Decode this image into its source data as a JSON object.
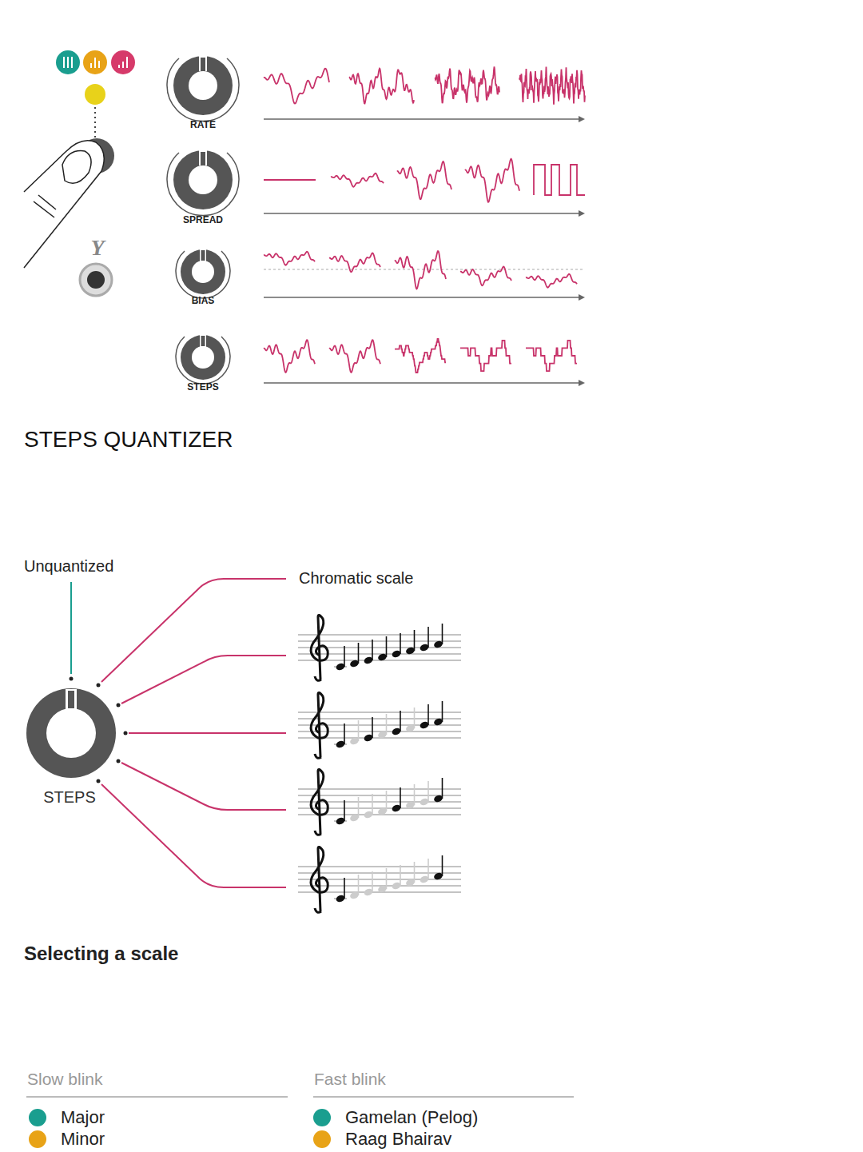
{
  "diagram": {
    "title": "STEPS QUANTIZER",
    "labels": [
      "RATE",
      "SPREAD",
      "BIAS",
      "STEPS",
      "Y",
      "Unquantized",
      "Chromatic scale",
      "STEPS",
      "Selecting a scale",
      "Slow blink",
      "Fast blink"
    ],
    "legend": [
      {
        "text": "Major",
        "color": "#1a9e8f"
      },
      {
        "text": "Minor",
        "color": "#e8a317"
      },
      {
        "text": "Gamelan (Pelog)",
        "color": "#1a9e8f"
      },
      {
        "text": "Raag Bhairav",
        "color": "#e8a317"
      }
    ]
  }
}
